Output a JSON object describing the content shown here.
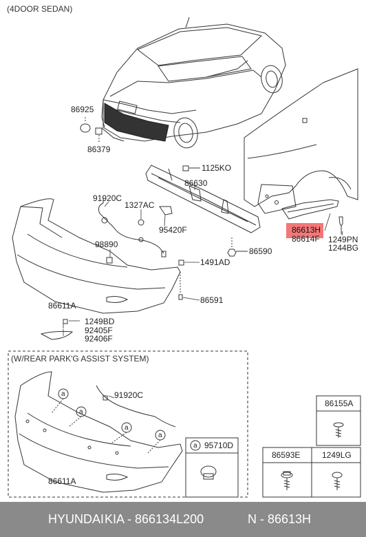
{
  "header": {
    "variant": "(4DOOR SEDAN)"
  },
  "parts": {
    "p86925": "86925",
    "p86379": "86379",
    "p1125KO": "1125KO",
    "p86630": "86630",
    "p91920C": "91920C",
    "p1327AC": "1327AC",
    "p95420F": "95420F",
    "p86613H": "86613H",
    "p86614F": "86614F",
    "p1249PN": "1249PN",
    "p1244BG": "1244BG",
    "p98890": "98890",
    "p86590": "86590",
    "p1491AD": "1491AD",
    "p86591": "86591",
    "p86611A": "86611A",
    "p1249BD": "1249BD",
    "p92405F": "92405F",
    "p92406F": "92406F"
  },
  "assist": {
    "title": "(W/REAR PARK'G ASSIST SYSTEM)",
    "p91920C": "91920C",
    "p86611A": "86611A",
    "callout": "a",
    "callout_part": "95710D"
  },
  "fasteners": {
    "p86155A": "86155A",
    "p86593E": "86593E",
    "p1249LG": "1249LG"
  },
  "footer": {
    "brand": "HYUNDAI",
    "make": "KIA - 866134L200",
    "ref": "N - 86613H"
  },
  "colors": {
    "highlight": "#f04a4a",
    "footer_bg": "#8a8a8a"
  }
}
